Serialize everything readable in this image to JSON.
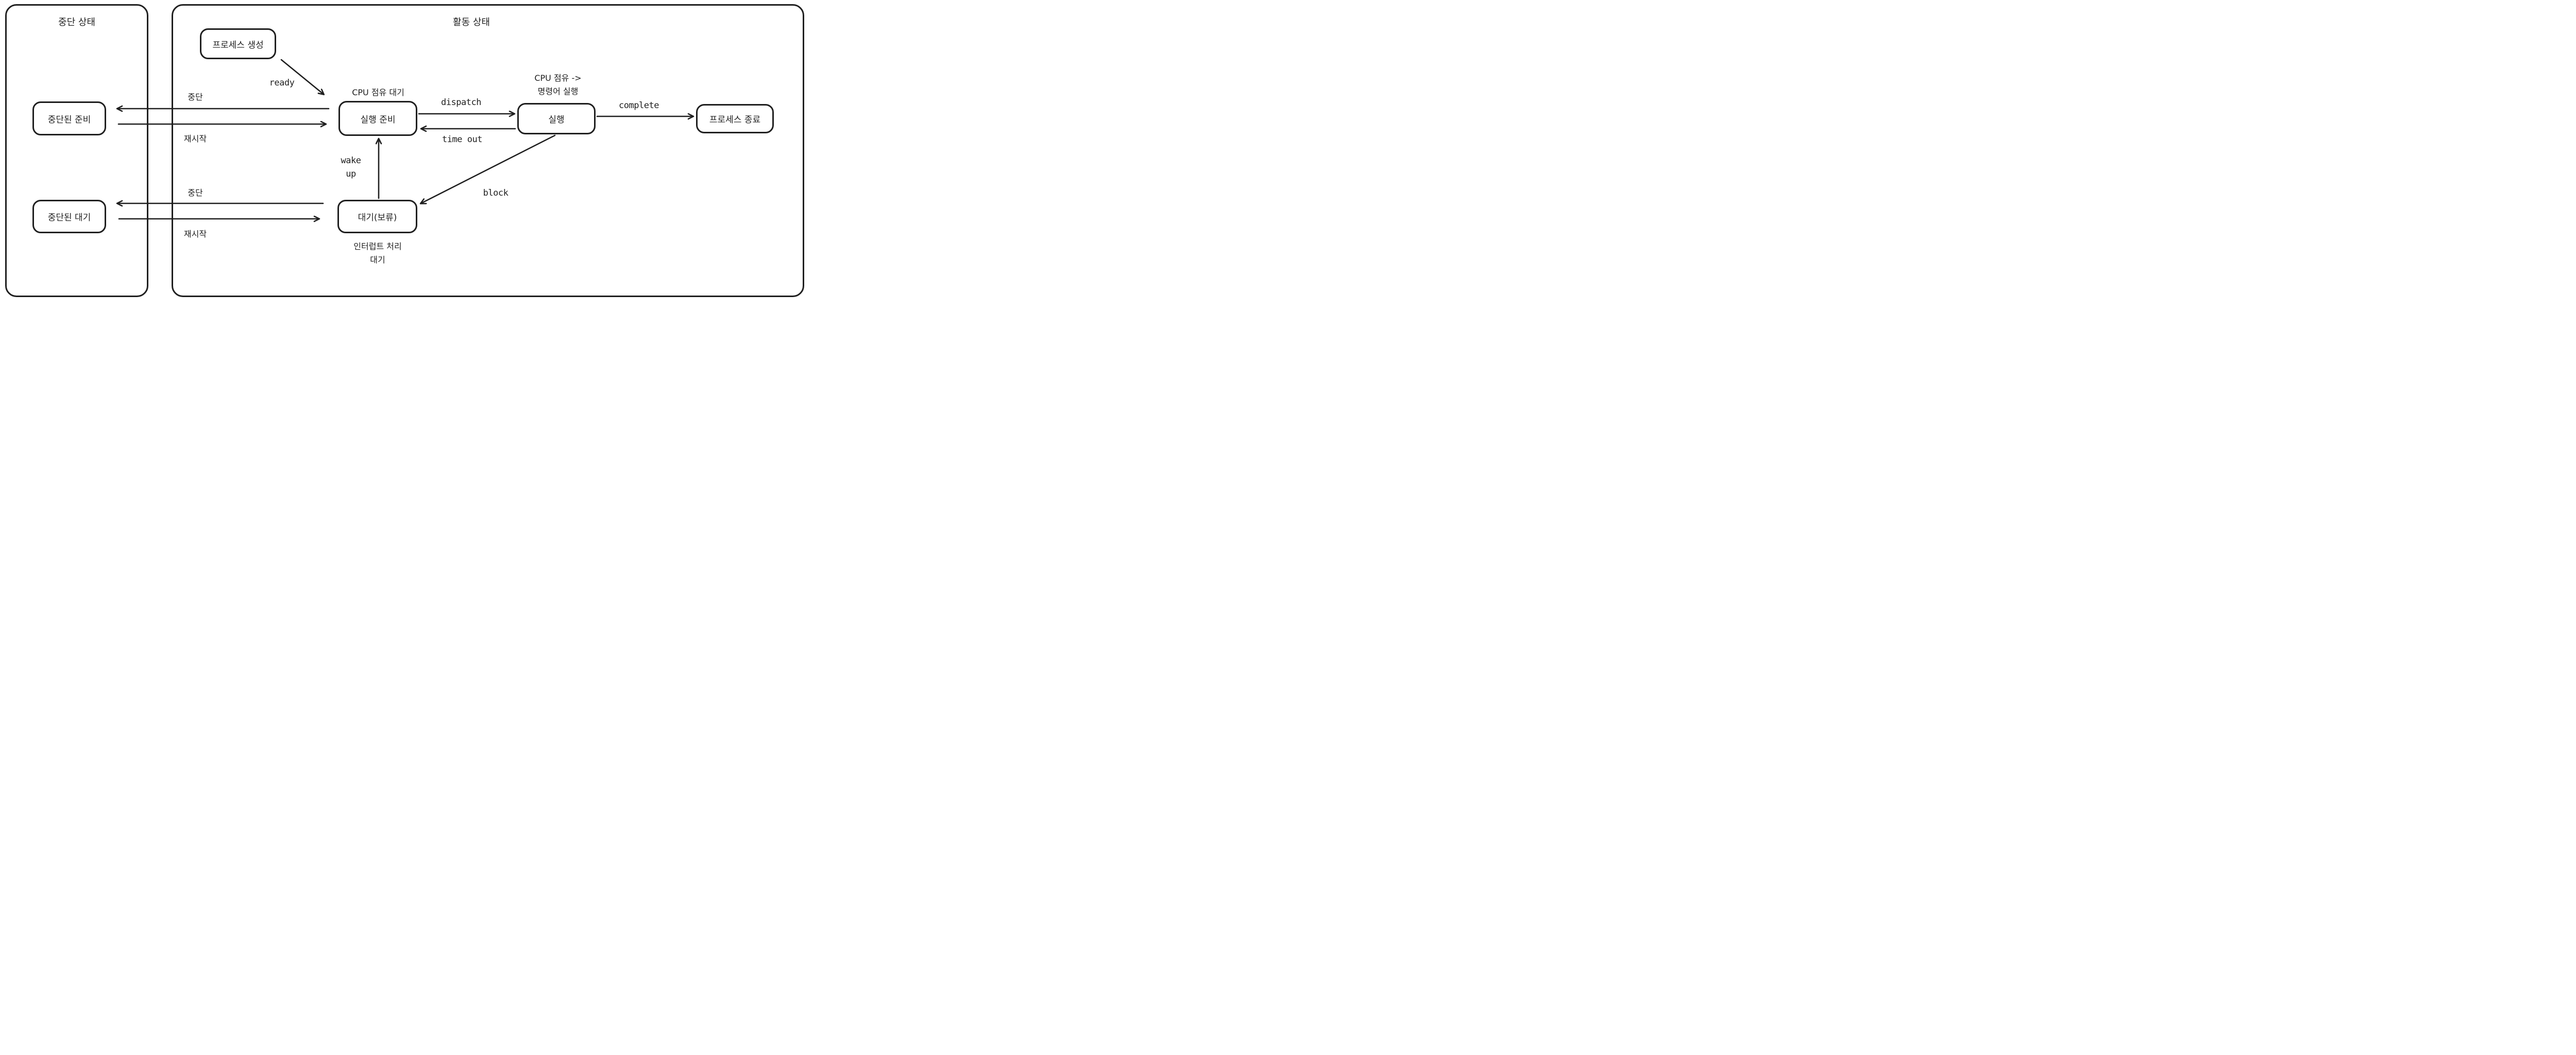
{
  "containers": {
    "suspended": {
      "title": "중단 상태"
    },
    "active": {
      "title": "활동 상태"
    }
  },
  "states": {
    "process_create": {
      "label": "프로세스 생성"
    },
    "suspended_ready": {
      "label": "중단된 준비"
    },
    "suspended_wait": {
      "label": "중단된 대기"
    },
    "ready": {
      "label": "실행 준비",
      "caption": "CPU 점유 대기"
    },
    "running": {
      "label": "실행",
      "caption_line1": "CPU 점유 ->",
      "caption_line2": "명령어 실행"
    },
    "waiting": {
      "label": "대기(보류)",
      "caption_line1": "인터럽트 처리",
      "caption_line2": "대기"
    },
    "terminated": {
      "label": "프로세스 종료"
    }
  },
  "transitions": {
    "ready": "ready",
    "dispatch": "dispatch",
    "time_out": "time out",
    "complete": "complete",
    "block": "block",
    "wake_up_line1": "wake",
    "wake_up_line2": "up",
    "suspend_top": "중단",
    "resume_top": "재시작",
    "suspend_bottom": "중단",
    "resume_bottom": "재시작"
  },
  "colors": {
    "stroke": "#1f1f1f",
    "background": "#ffffff"
  }
}
